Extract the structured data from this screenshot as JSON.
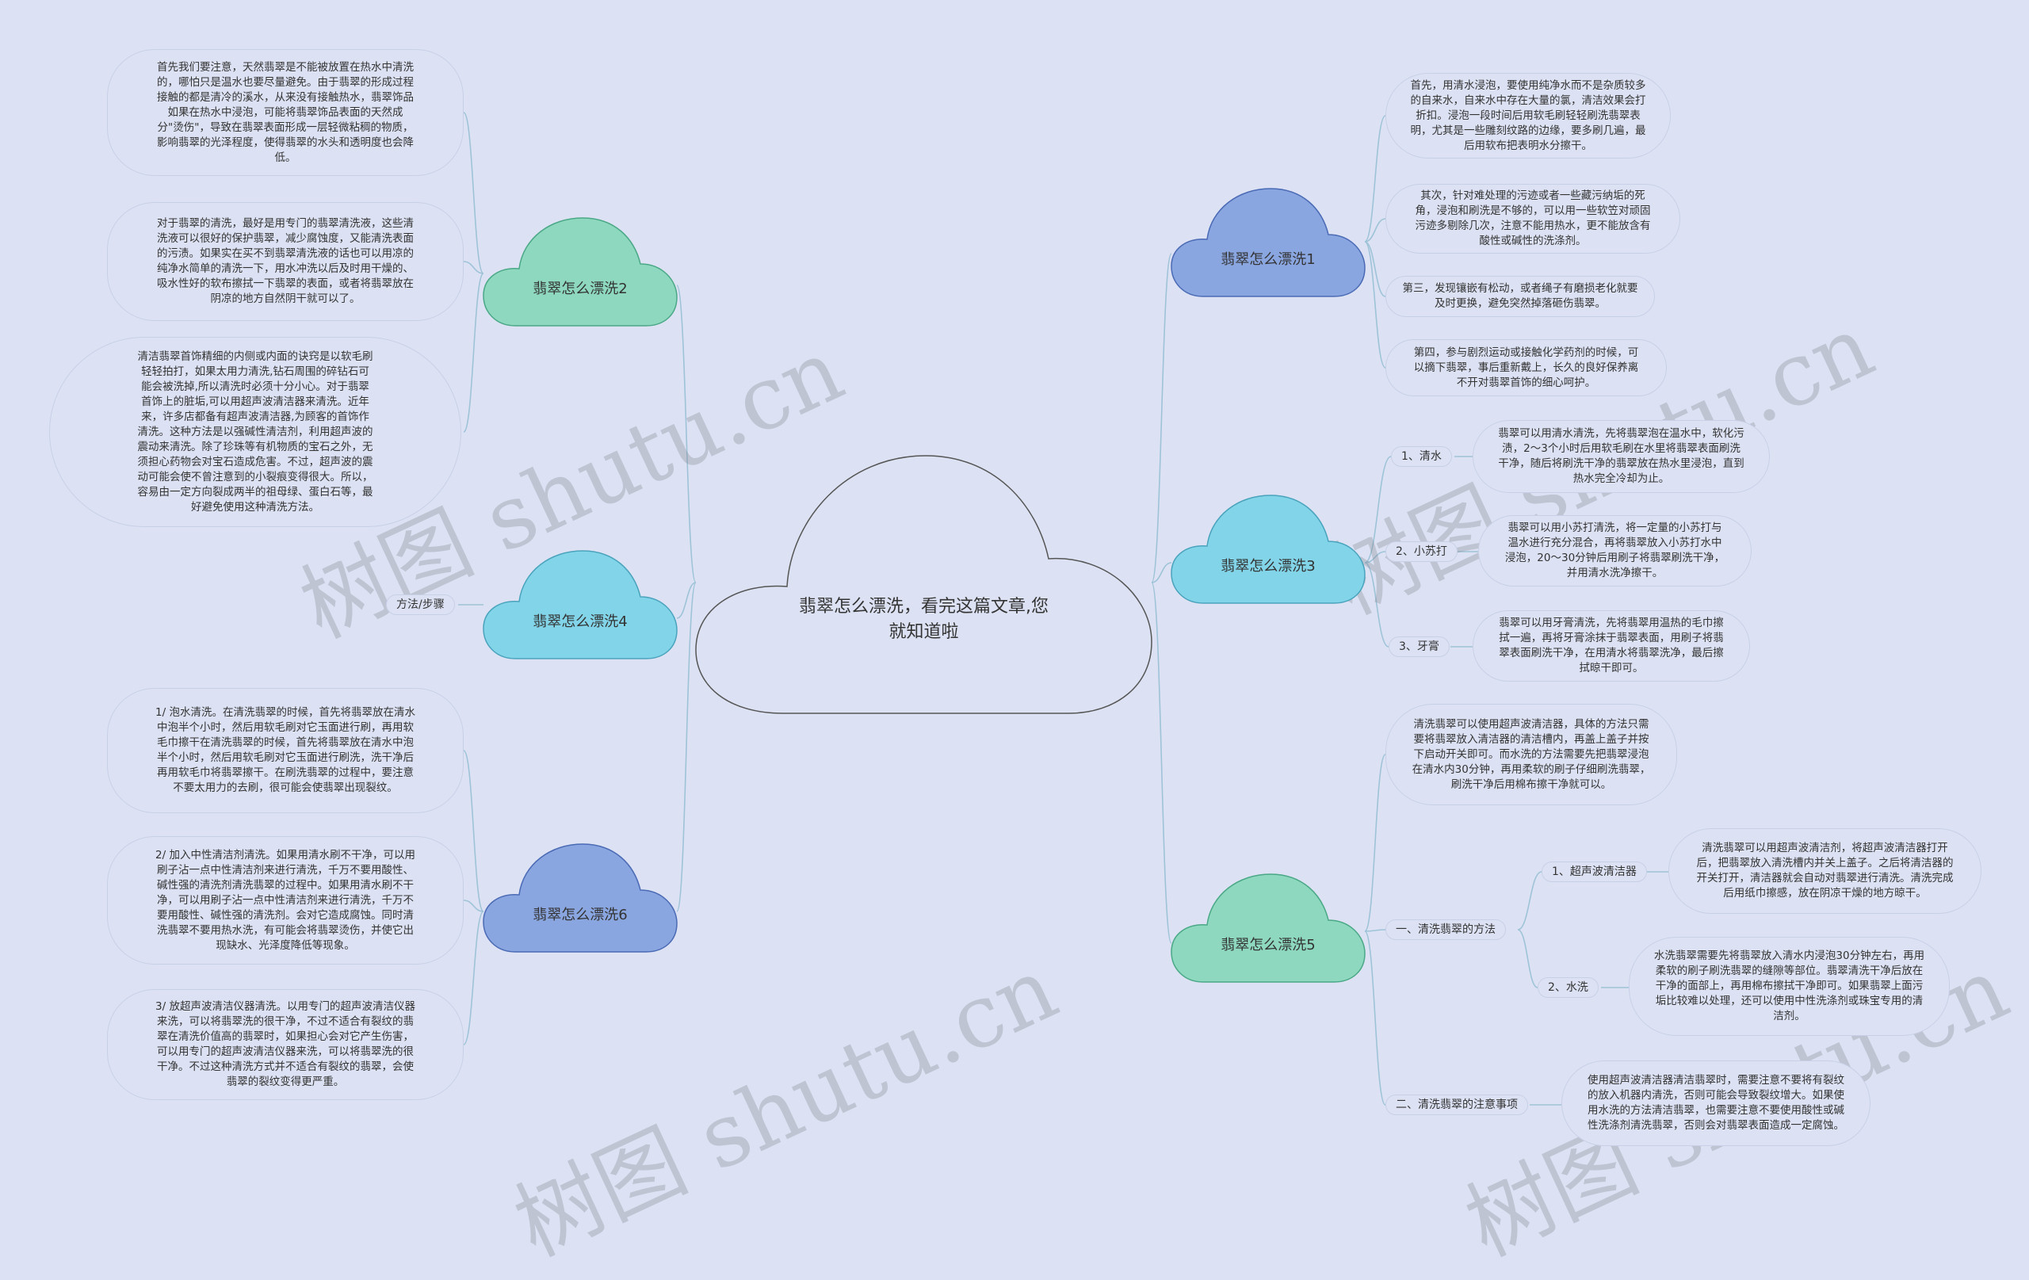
{
  "center": {
    "title": "翡翠怎么漂洗，看完这篇文章,您就知道啦"
  },
  "colors": {
    "green": "#8dd8bf",
    "blue": "#8aa6e0",
    "cyan": "#82d4e8",
    "line": "#9ec3d8",
    "center": "#dce2f3"
  },
  "branches": [
    {
      "label": "翡翠怎么漂洗1",
      "items": [
        "首先，用清水浸泡，要使用纯净水而不是杂质较多的自来水，自来水中存在大量的氯，清洁效果会打折扣。浸泡一段时间后用软毛刷轻轻刷洗翡翠表明，尤其是一些雕刻纹路的边缘，要多刷几遍，最后用软布把表明水分擦干。",
        "其次，针对难处理的污迹或者一些藏污纳垢的死角，浸泡和刷洗是不够的，可以用一些软笠对顽固污迹多剔除几次，注意不能用热水，更不能放含有酸性或碱性的洗涤剂。",
        "第三，发现镶嵌有松动，或者绳子有磨损老化就要及时更换，避免突然掉落砸伤翡翠。",
        "第四，参与剧烈运动或接触化学药剂的时候，可以摘下翡翠，事后重新戴上，长久的良好保养离不开对翡翠首饰的细心呵护。"
      ]
    },
    {
      "label": "翡翠怎么漂洗2",
      "items": [
        "首先我们要注意，天然翡翠是不能被放置在热水中清洗的，哪怕只是温水也要尽量避免。由于翡翠的形成过程接触的都是清冷的溪水，从来没有接触热水，翡翠饰品如果在热水中浸泡，可能将翡翠饰品表面的天然成分\"烫伤\"，导致在翡翠表面形成一层轻微粘稠的物质，影响翡翠的光泽程度，使得翡翠的水头和透明度也会降低。",
        "对于翡翠的清洗，最好是用专门的翡翠清洗液，这些清洗液可以很好的保护翡翠，减少腐蚀度，又能清洗表面的污渍。如果实在买不到翡翠清洗液的话也可以用凉的纯净水简单的清洗一下，用水冲洗以后及时用干燥的、吸水性好的软布擦拭一下翡翠的表面，或者将翡翠放在阴凉的地方自然阴干就可以了。",
        "清洁翡翠首饰精细的内侧或内面的诀窍是以软毛刷轻轻拍打，如果太用力清洗,钻石周围的碎钻石可能会被洗掉,所以清洗时必须十分小心。对于翡翠首饰上的脏垢,可以用超声波清洁器来清洗。近年来，许多店都备有超声波清洁器,为顾客的首饰作清洗。这种方法是以强碱性清洁剂，利用超声波的震动来清洗。除了珍珠等有机物质的宝石之外，无须担心药物会对宝石造成危害。不过，超声波的震动可能会使不曾注意到的小裂痕变得很大。所以，容易由一定方向裂成两半的祖母绿、蛋白石等，最好避免使用这种清洗方法。"
      ]
    },
    {
      "label": "翡翠怎么漂洗3",
      "subs": [
        {
          "label": "1、清水",
          "text": "翡翠可以用清水清洗，先将翡翠泡在温水中，软化污渍，2～3个小时后用软毛刷在水里将翡翠表面刷洗干净，随后将刷洗干净的翡翠放在热水里浸泡，直到热水完全冷却为止。"
        },
        {
          "label": "2、小苏打",
          "text": "翡翠可以用小苏打清洗，将一定量的小苏打与温水进行充分混合，再将翡翠放入小苏打水中浸泡，20～30分钟后用刷子将翡翠刷洗干净，并用清水洗净擦干。"
        },
        {
          "label": "3、牙膏",
          "text": "翡翠可以用牙膏清洗，先将翡翠用温热的毛巾擦拭一遍，再将牙膏涂抹于翡翠表面，用刷子将翡翠表面刷洗干净，在用清水将翡翠洗净，最后擦拭晾干即可。"
        }
      ]
    },
    {
      "label": "翡翠怎么漂洗4",
      "leaf": "方法/步骤"
    },
    {
      "label": "翡翠怎么漂洗5",
      "top": "清洗翡翠可以使用超声波清洁器，具体的方法只需要将翡翠放入清洁器的清洁槽内，再盖上盖子并按下启动开关即可。而水洗的方法需要先把翡翠浸泡在清水内30分钟，再用柔软的刷子仔细刷洗翡翠，刷洗干净后用棉布擦干净就可以。",
      "sub1": {
        "label": "一、清洗翡翠的方法",
        "children": [
          {
            "label": "1、超声波清洁器",
            "text": "清洗翡翠可以用超声波清洁剂，将超声波清洁器打开后，把翡翠放入清洗槽内并关上盖子。之后将清洁器的开关打开，清洁器就会自动对翡翠进行清洗。清洗完成后用纸巾擦感，放在阴凉干燥的地方晾干。"
          },
          {
            "label": "2、水洗",
            "text": "水洗翡翠需要先将翡翠放入清水内浸泡30分钟左右，再用柔软的刷子刷洗翡翠的缝隙等部位。翡翠清洗干净后放在干净的面部上，再用棉布擦拭干净即可。如果翡翠上面污垢比较难以处理，还可以使用中性洗涤剂或珠宝专用的清洁剂。"
          }
        ]
      },
      "sub2": {
        "label": "二、清洗翡翠的注意事项",
        "text": "使用超声波清洁器清洁翡翠时，需要注意不要将有裂纹的放入机器内清洗，否则可能会导致裂纹增大。如果使用水洗的方法清洁翡翠，也需要注意不要使用酸性或碱性洗涤剂清洗翡翠，否则会对翡翠表面造成一定腐蚀。"
      }
    },
    {
      "label": "翡翠怎么漂洗6",
      "items": [
        "1/ 泡水清洗。在清洗翡翠的时候，首先将翡翠放在清水中泡半个小时，然后用软毛刷对它玉面进行刷，再用软毛巾擦干在清洗翡翠的时候，首先将翡翠放在清水中泡半个小时，然后用软毛刷对它玉面进行刷洗，洗干净后再用软毛巾将翡翠擦干。在刷洗翡翠的过程中，要注意不要太用力的去刷，很可能会使翡翠出现裂纹。",
        "2/ 加入中性清洁剂清洗。如果用清水刷不干净，可以用刷子沾一点中性清洁剂来进行清洗，千万不要用酸性、碱性强的清洗剂清洗翡翠的过程中。如果用清水刷不干净，可以用刷子沾一点中性清洁剂来进行清洗，千万不要用酸性、碱性强的清洗剂。会对它造成腐蚀。同时清洗翡翠不要用热水洗，有可能会将翡翠烫伤，并使它出现缺水、光泽度降低等现象。",
        "3/ 放超声波清洁仪器清洗。以用专门的超声波清洁仪器来洗，可以将翡翠洗的很干净，不过不适合有裂纹的翡翠在清洗价值高的翡翠时，如果担心会对它产生伤害，可以用专门的超声波清洁仪器来洗，可以将翡翠洗的很干净。不过这种清洗方式并不适合有裂纹的翡翠，会使翡翠的裂纹变得更严重。"
      ]
    }
  ],
  "watermark": "树图 shutu.cn"
}
